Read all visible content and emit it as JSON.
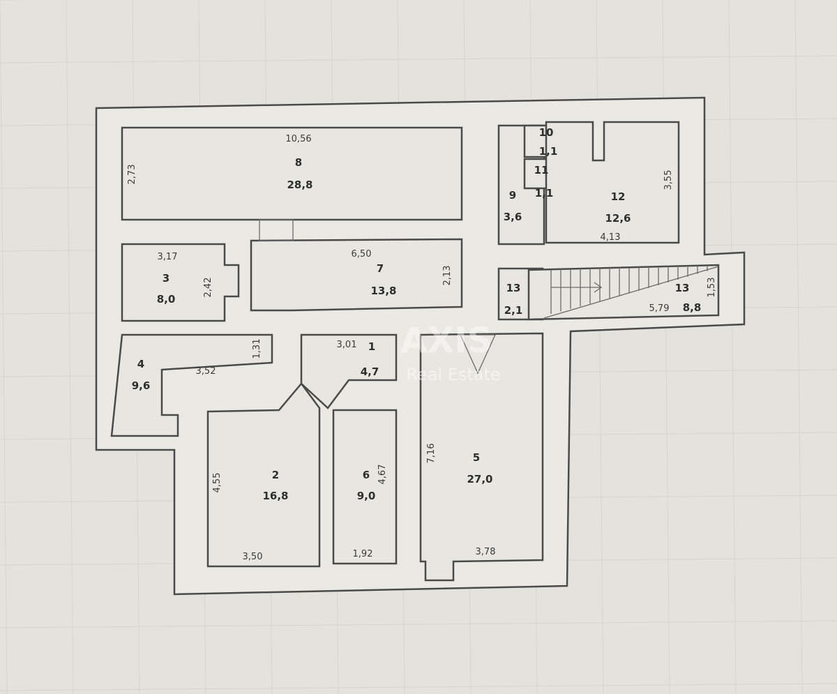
{
  "watermark": {
    "brand": "AXIS",
    "sub": "Real Estate"
  },
  "colors": {
    "paper": "#e4e2dc",
    "line": "#4a4a4a"
  },
  "rooms": [
    {
      "number": "8",
      "area": "28,8",
      "dims": [
        "10,56",
        "2,73"
      ]
    },
    {
      "number": "7",
      "area": "13,8",
      "dims": [
        "6,50",
        "2,13"
      ]
    },
    {
      "number": "3",
      "area": "8,0",
      "dims": [
        "3,17",
        "2,42"
      ]
    },
    {
      "number": "4",
      "area": "9,6",
      "dims": [
        "3,52",
        "1,31"
      ]
    },
    {
      "number": "1",
      "area": "4,7",
      "dims": [
        "3,01"
      ]
    },
    {
      "number": "2",
      "area": "16,8",
      "dims": [
        "4,55",
        "3,50"
      ]
    },
    {
      "number": "6",
      "area": "9,0",
      "dims": [
        "4,67",
        "1,92"
      ]
    },
    {
      "number": "5",
      "area": "27,0",
      "dims": [
        "7,16",
        "3,78"
      ]
    },
    {
      "number": "9",
      "area": "3,6",
      "dims": []
    },
    {
      "number": "10",
      "area": "1,1",
      "dims": []
    },
    {
      "number": "11",
      "area": "1,1",
      "dims": []
    },
    {
      "number": "12",
      "area": "12,6",
      "dims": [
        "3,55",
        "4,13"
      ]
    },
    {
      "number": "13",
      "area": "2,1",
      "dims": []
    },
    {
      "number": "13",
      "area": "8,8",
      "dims": [
        "5,79",
        "1,53"
      ]
    }
  ]
}
